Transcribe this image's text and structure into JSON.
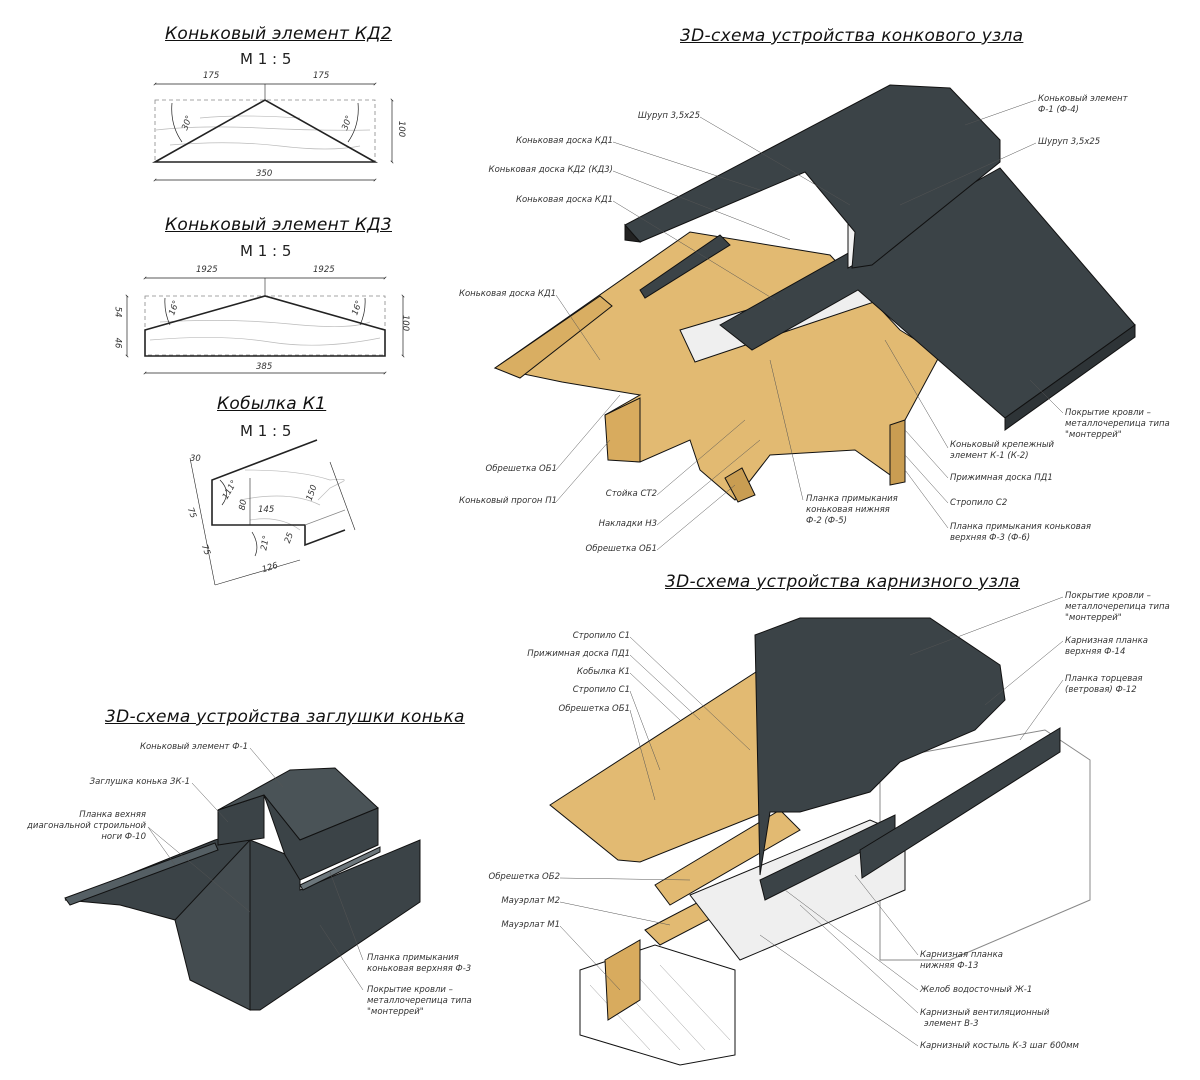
{
  "kd2": {
    "title": "Коньковый элемент КД2",
    "scale": "М 1 : 5",
    "dims": {
      "left": "175",
      "right": "175",
      "width": "350",
      "height": "100",
      "angle_left": "30°",
      "angle_right": "30°"
    }
  },
  "kd3": {
    "title": "Коньковый элемент КД3",
    "scale": "М 1 : 5",
    "dims": {
      "left": "1925",
      "right": "1925",
      "width": "385",
      "height": "100",
      "h_top": "54",
      "h_bottom": "46",
      "angle_left": "16°",
      "angle_right": "16°"
    }
  },
  "k1": {
    "title": "Кобылка К1",
    "scale": "М 1 : 5",
    "dims": {
      "d30": "30",
      "d111": "111°",
      "d80": "80",
      "d145": "145",
      "d150": "150",
      "d75a": "75",
      "d75b": "75",
      "d21": "21°",
      "d25": "25",
      "d126": "126"
    }
  },
  "ridge": {
    "title": "3D-схема устройства конкового узла",
    "labels": {
      "screw_left": "Шуруп 3,5х25",
      "kd1_a": "Коньковая доска КД1",
      "kd2_kd3": "Коньковая доска КД2 (КД3)",
      "kd1_b": "Коньковая доска КД1",
      "kd1_c": "Коньковая доска КД1",
      "ob1_a": "Обрешетка ОБ1",
      "purlin": "Коньковый прогон П1",
      "post": "Стойка СТ2",
      "plates": "Накладки Н3",
      "ob1_b": "Обрешетка ОБ1",
      "lower_flash_1": "Планка примыкания",
      "lower_flash_2": "коньковая нижняя",
      "lower_flash_3": "Ф-2 (Ф-5)",
      "ridge_el_1": "Коньковый элемент",
      "ridge_el_2": "Ф-1 (Ф-4)",
      "screw_right": "Шуруп 3,5х25",
      "roof_1": "Покрытие кровли –",
      "roof_2": "металлочерепица типа",
      "roof_3": "\"монтеррей\"",
      "fastener_1": "Коньковый крепежный",
      "fastener_2": "элемент К-1 (К-2)",
      "press_board": "Прижимная доска ПД1",
      "rafter": "Стропило С2",
      "upper_flash_1": "Планка примыкания коньковая",
      "upper_flash_2": "верхняя Ф-3 (Ф-6)"
    }
  },
  "eaves": {
    "title": "3D-схема устройства карнизного узла",
    "labels": {
      "roof_1": "Покрытие кровли –",
      "roof_2": "металлочерепица типа",
      "roof_3": "\"монтеррей\"",
      "upper_strip_1": "Карнизная планка",
      "upper_strip_2": "верхняя Ф-14",
      "end_strip_1": "Планка торцевая",
      "end_strip_2": "(ветровая) Ф-12",
      "rafter_a": "Стропило С1",
      "press_board": "Прижимная доска ПД1",
      "filly": "Кобылка К1",
      "rafter_b": "Стропило С1",
      "ob1": "Обрешетка ОБ1",
      "ob2": "Обрешетка ОБ2",
      "m2": "Мауэрлат М2",
      "m1": "Мауэрлат М1",
      "lower_strip_1": "Карнизная планка",
      "lower_strip_2": "нижняя Ф-13",
      "gutter": "Желоб водосточный Ж-1",
      "vent_1": "Карнизный вентиляционный",
      "vent_2": "элемент В-3",
      "hook": "Карнизный костыль К-3 шаг 600мм"
    }
  },
  "endcap": {
    "title": "3D-схема устройства заглушки конька",
    "labels": {
      "ridge_el": "Коньковый элемент Ф-1",
      "cap": "Заглушка конька ЗК-1",
      "hip_1": "Планка вехняя",
      "hip_2": "диагональной строильной",
      "hip_3": "ноги Ф-10",
      "flash_1": "Планка примыкания",
      "flash_2": "коньковая верхняя Ф-3",
      "roof_1": "Покрытие кровли –",
      "roof_2": "металлочерепица типа",
      "roof_3": "\"монтеррей\""
    }
  },
  "colors": {
    "metal": "#3b4347",
    "metal_light": "#4a5357",
    "wood": "#e2ba72",
    "wood_dark": "#c99d52",
    "white_part": "#efefef",
    "line": "#222222"
  }
}
